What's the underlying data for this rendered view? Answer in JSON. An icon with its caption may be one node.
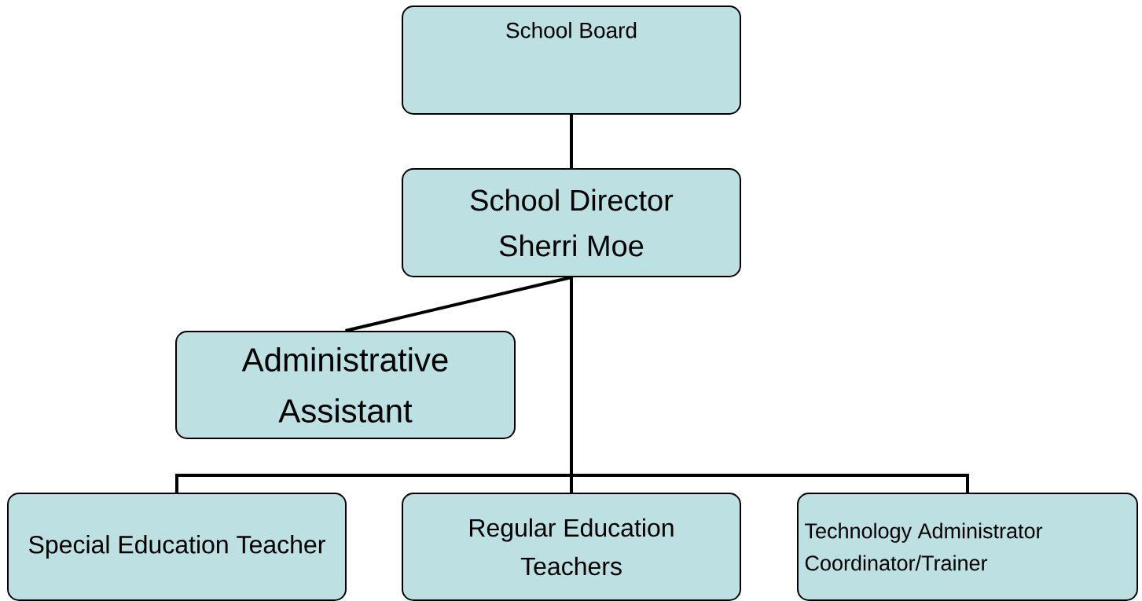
{
  "diagram": {
    "nodes": [
      {
        "text": [
          "School Board"
        ]
      },
      {
        "text": [
          "School Director Sherri Moe"
        ]
      },
      {
        "text": [
          "Administrative Assistant"
        ]
      },
      {
        "text": [
          "Special Education Teacher"
        ]
      },
      {
        "text": [
          "Regular Education Teachers"
        ]
      },
      {
        "text": [
          "Technology Administrator Coordinator/Trainer"
        ]
      }
    ],
    "edges": [
      {
        "from": 0,
        "to": 1,
        "arrow": "none"
      },
      {
        "from": 1,
        "to": 2,
        "arrow": "none"
      },
      {
        "from": 1,
        "to": 3,
        "arrow": "none"
      },
      {
        "from": 1,
        "to": 4,
        "arrow": "none"
      },
      {
        "from": 1,
        "to": 5,
        "arrow": "none"
      }
    ]
  }
}
